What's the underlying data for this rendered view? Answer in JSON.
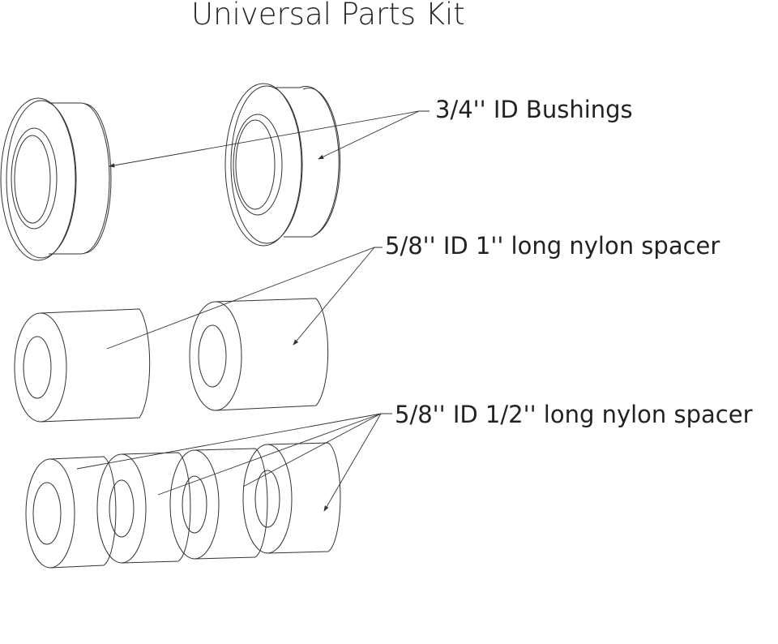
{
  "title": "Universal Parts Kit",
  "labels": {
    "bushings": "3/4'' ID Bushings",
    "spacer_1in": "5/8'' ID 1'' long nylon spacer",
    "spacer_half_in": "5/8'' ID 1/2'' long nylon spacer"
  },
  "colors": {
    "line": "#333333",
    "background": "#ffffff"
  }
}
